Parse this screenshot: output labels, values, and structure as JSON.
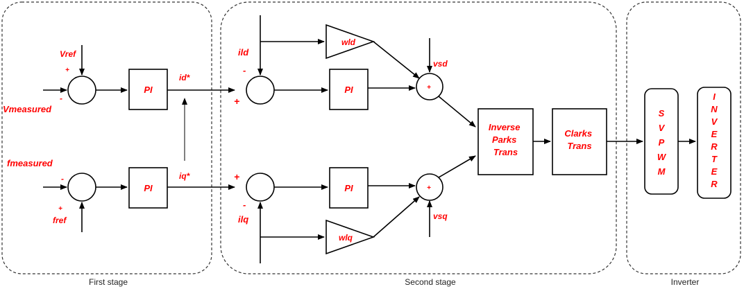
{
  "stages": {
    "first": "First stage",
    "second": "Second stage",
    "inverter": "Inverter"
  },
  "signals": {
    "vref": "Vref",
    "vmeasured": "Vmeasured",
    "fmeasured": "fmeasured",
    "fref": "fref",
    "id_star": "id*",
    "iq_star": "iq*",
    "ild": "ild",
    "ilq": "ilq",
    "vsd": "vsd",
    "vsq": "vsq"
  },
  "signs": {
    "plus": "+",
    "minus": "-"
  },
  "blocks": {
    "pi": "PI",
    "wld": "wld",
    "wlq": "wlq",
    "inverse_parks": [
      "Inverse",
      "Parks",
      "Trans"
    ],
    "clarks": [
      "Clarks",
      "Trans"
    ],
    "svpwm": [
      "S",
      "V",
      "P",
      "W",
      "M"
    ],
    "inverter": [
      "I",
      "N",
      "V",
      "E",
      "R",
      "T",
      "E",
      "R"
    ]
  }
}
